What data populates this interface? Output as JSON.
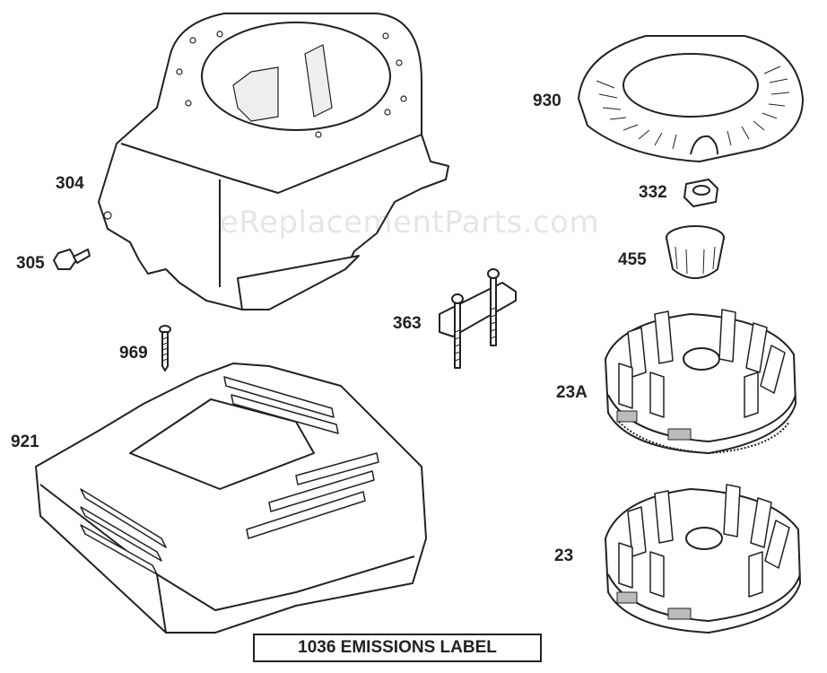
{
  "watermark": "eReplacementParts.com",
  "callouts": {
    "p304": "304",
    "p305": "305",
    "p969": "969",
    "p921": "921",
    "p363": "363",
    "p930": "930",
    "p332": "332",
    "p455": "455",
    "p23a": "23A",
    "p23": "23"
  },
  "emissions_label": "1036 EMISSIONS LABEL",
  "colors": {
    "line": "#222222",
    "shade": "#bbbbbb",
    "fill": "#ffffff"
  }
}
